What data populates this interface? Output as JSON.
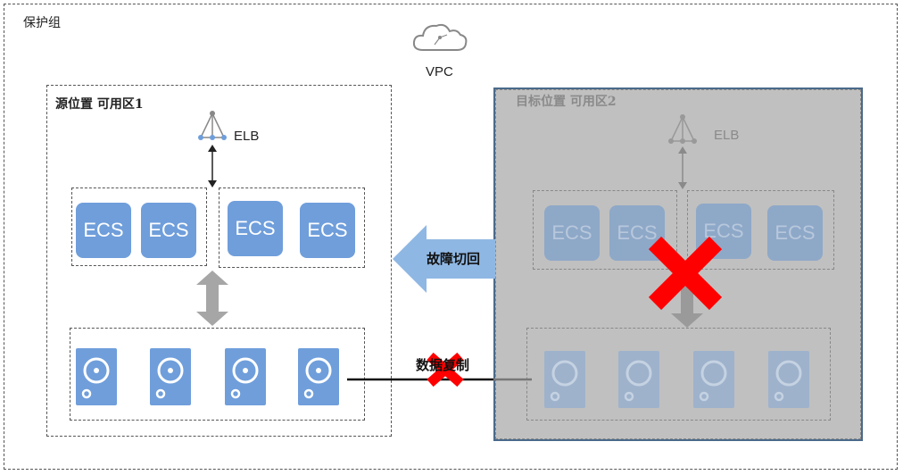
{
  "protection_group": {
    "label": "保护组"
  },
  "vpc": {
    "label": "VPC",
    "icon": "cloud-icon"
  },
  "source": {
    "title": "源位置  可用区1",
    "elb_label": "ELB",
    "ecs": [
      "ECS",
      "ECS",
      "ECS",
      "ECS"
    ]
  },
  "target": {
    "title": "目标位置  可用区2",
    "elb_label": "ELB",
    "ecs": [
      "ECS",
      "ECS",
      "ECS",
      "ECS"
    ]
  },
  "failback": {
    "label": "故障切回"
  },
  "replication": {
    "label": "数据复制"
  },
  "colors": {
    "ecs_blue": "#6f9edb",
    "arrow_blue": "#8fb7e3",
    "fail_red": "#ff0000",
    "target_bg": "#c0c0c0",
    "target_border": "#4a6a8a"
  }
}
